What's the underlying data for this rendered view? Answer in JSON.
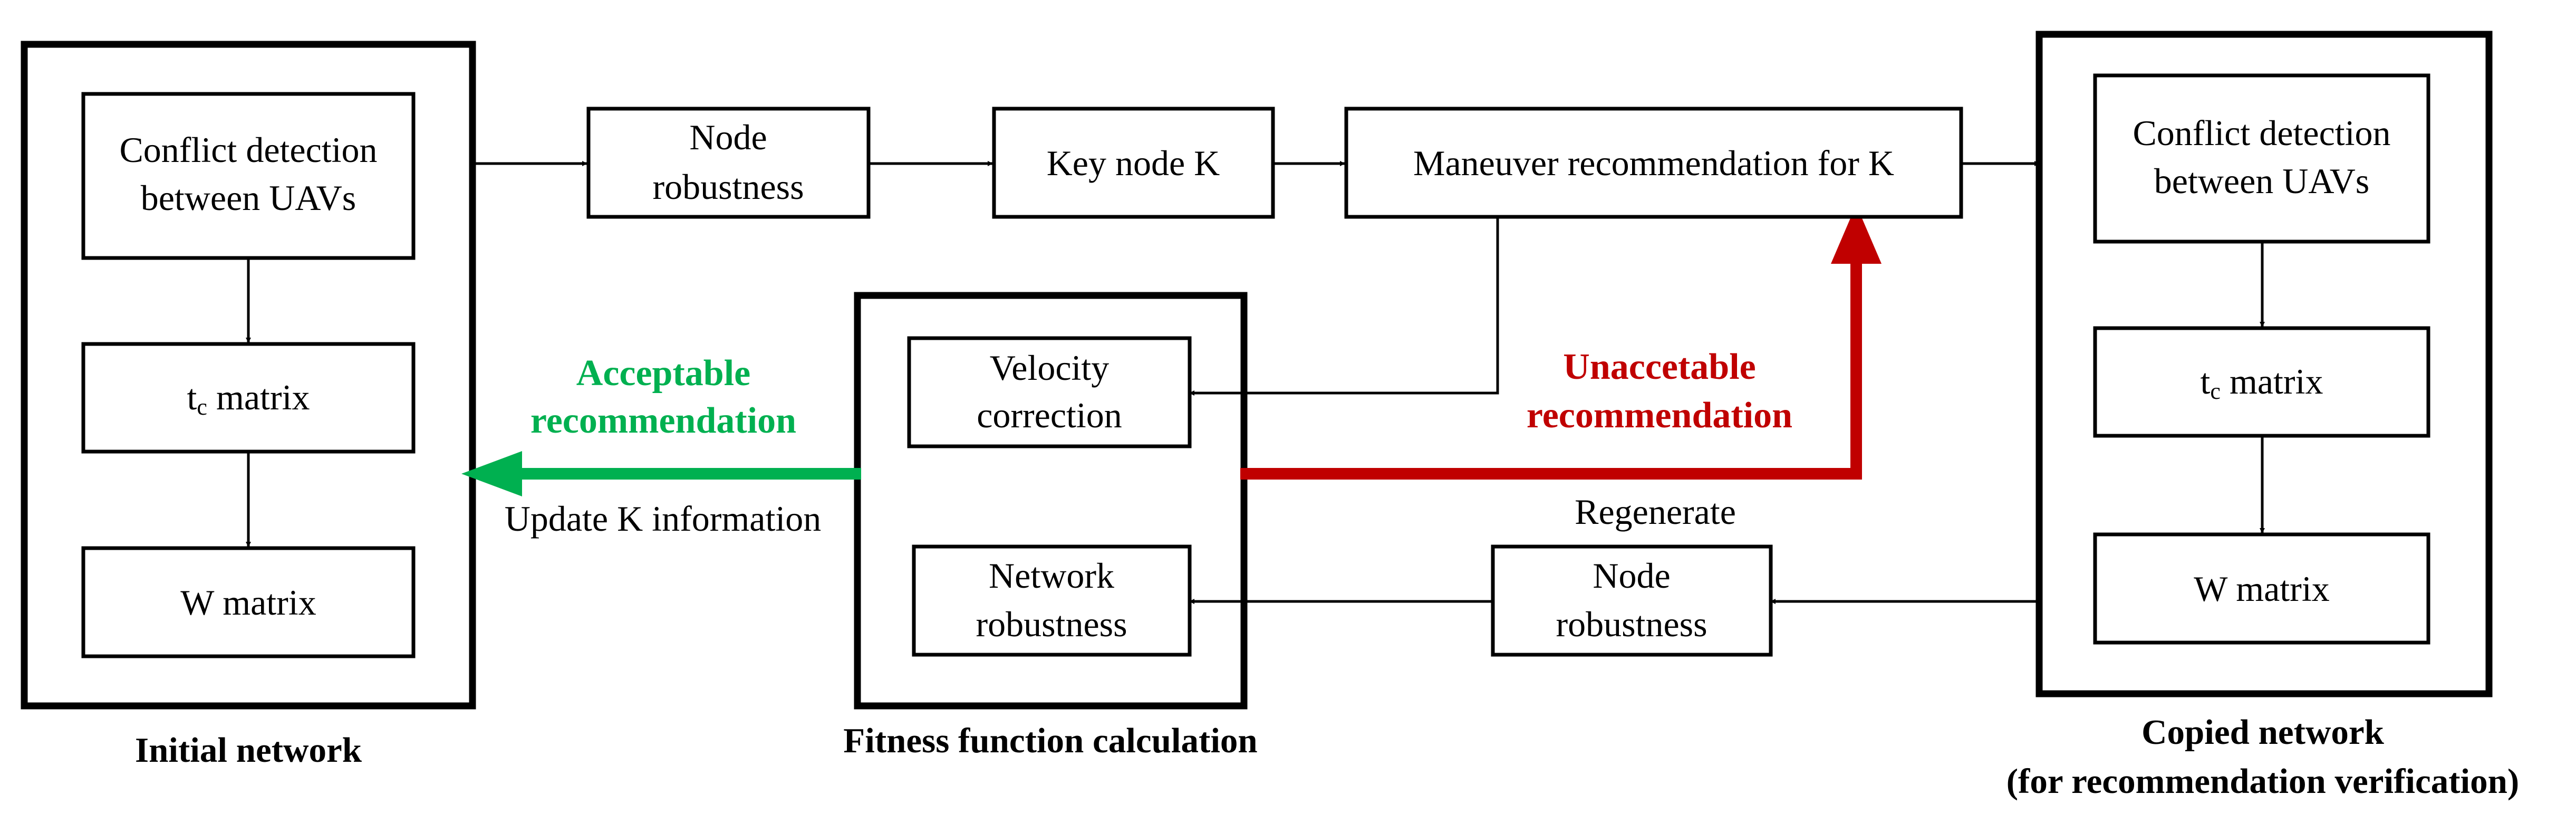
{
  "colors": {
    "stroke": "#000000",
    "accept": "#00b050",
    "reject": "#c00000"
  },
  "groups": {
    "initial": "Initial network",
    "fitness": "Fitness function calculation",
    "copied_line1": "Copied network",
    "copied_line2": "(for recommendation verification)"
  },
  "initial_network": {
    "conflict_line1": "Conflict detection",
    "conflict_line2": "between UAVs",
    "tc_main": "t",
    "tc_sub": "c",
    "tc_rest": " matrix",
    "w_matrix": "W matrix"
  },
  "pipeline": {
    "node_robustness_line1": "Node",
    "node_robustness_line2": "robustness",
    "key_node": "Key node K",
    "maneuver": "Maneuver recommendation for K"
  },
  "copied_network": {
    "conflict_line1": "Conflict detection",
    "conflict_line2": "between UAVs",
    "tc_main": "t",
    "tc_sub": "c",
    "tc_rest": " matrix",
    "w_matrix": "W matrix"
  },
  "fitness": {
    "velocity_line1": "Velocity",
    "velocity_line2": "correction",
    "network_line1": "Network",
    "network_line2": "robustness"
  },
  "regenerate": {
    "label": "Regenerate",
    "node_line1": "Node",
    "node_line2": "robustness"
  },
  "labels": {
    "acceptable_line1": "Acceptable",
    "acceptable_line2": "recommendation",
    "update_k": "Update K information",
    "unacceptable_line1": "Unaccetable",
    "unacceptable_line2": "recommendation"
  }
}
